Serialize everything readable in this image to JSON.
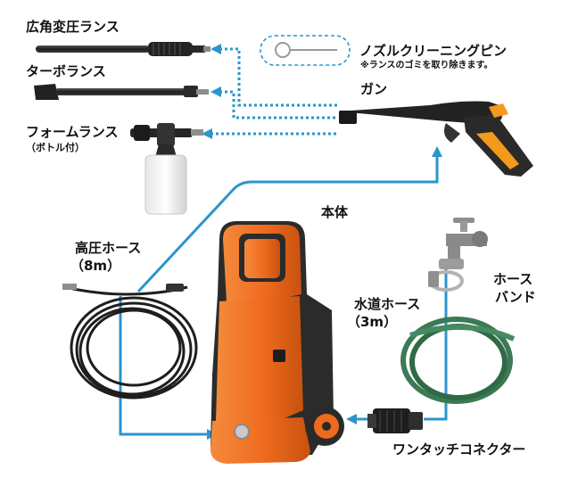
{
  "labels": {
    "wide_lance": "広角変圧ランス",
    "turbo_lance": "ターボランス",
    "foam_lance": "フォームランス",
    "foam_lance_note": "（ボトル付）",
    "nozzle_pin": "ノズルクリーニングピン",
    "nozzle_pin_note": "※ランスのゴミを取り除きます。",
    "gun": "ガン",
    "body": "本体",
    "high_pressure_hose": "高圧ホース",
    "high_pressure_hose_len": "（8m）",
    "water_hose": "水道ホース",
    "water_hose_len": "（3m）",
    "hose_band_1": "ホース",
    "hose_band_2": "バンド",
    "connector": "ワンタッチコネクター"
  },
  "colors": {
    "connector_line": "#2b95cc",
    "body_orange": "#ee6a1e",
    "gun_accent": "#f39a1c",
    "dark_part": "#2a2a2a",
    "hose_green": "#3b7a55"
  }
}
